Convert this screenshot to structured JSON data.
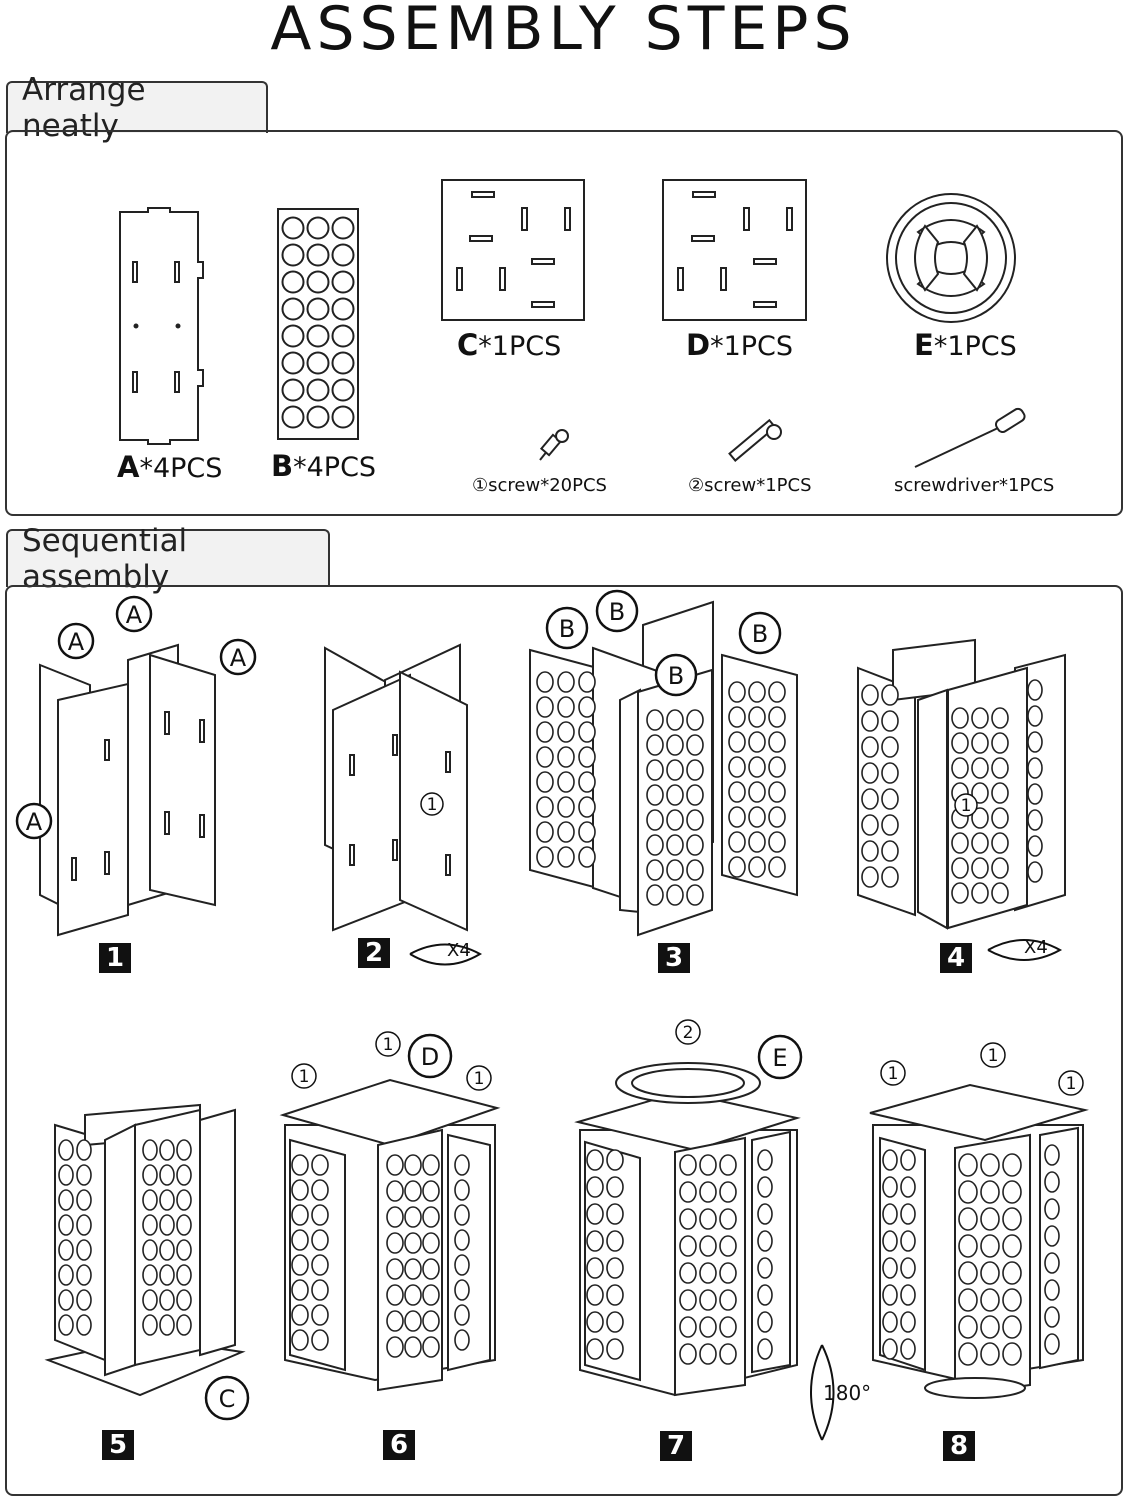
{
  "page": {
    "title": "ASSEMBLY STEPS"
  },
  "sections": {
    "arrange": {
      "label": "Arrange neatly"
    },
    "sequential": {
      "label": "Sequential assembly"
    }
  },
  "parts": [
    {
      "letter": "A",
      "qty": "*4PCS"
    },
    {
      "letter": "B",
      "qty": "*4PCS"
    },
    {
      "letter": "C",
      "qty": "*1PCS"
    },
    {
      "letter": "D",
      "qty": "*1PCS"
    },
    {
      "letter": "E",
      "qty": "*1PCS"
    }
  ],
  "hardware": [
    {
      "label": "①screw*20PCS",
      "icon": "screw-icon"
    },
    {
      "label": "②screw*1PCS",
      "icon": "long-screw-icon"
    },
    {
      "label": "screwdriver*1PCS",
      "icon": "screwdriver-icon"
    }
  ],
  "steps": [
    "1",
    "2",
    "3",
    "4",
    "5",
    "6",
    "7",
    "8"
  ],
  "callouts": {
    "step1": [
      "A",
      "A",
      "A",
      "A"
    ],
    "step3": [
      "B",
      "B",
      "B",
      "B"
    ],
    "step5": "C",
    "step6": "D",
    "step7": "E",
    "screw1": "1",
    "screw2": "2"
  },
  "annotations": {
    "repeat": "X4",
    "rotate": "180°"
  }
}
